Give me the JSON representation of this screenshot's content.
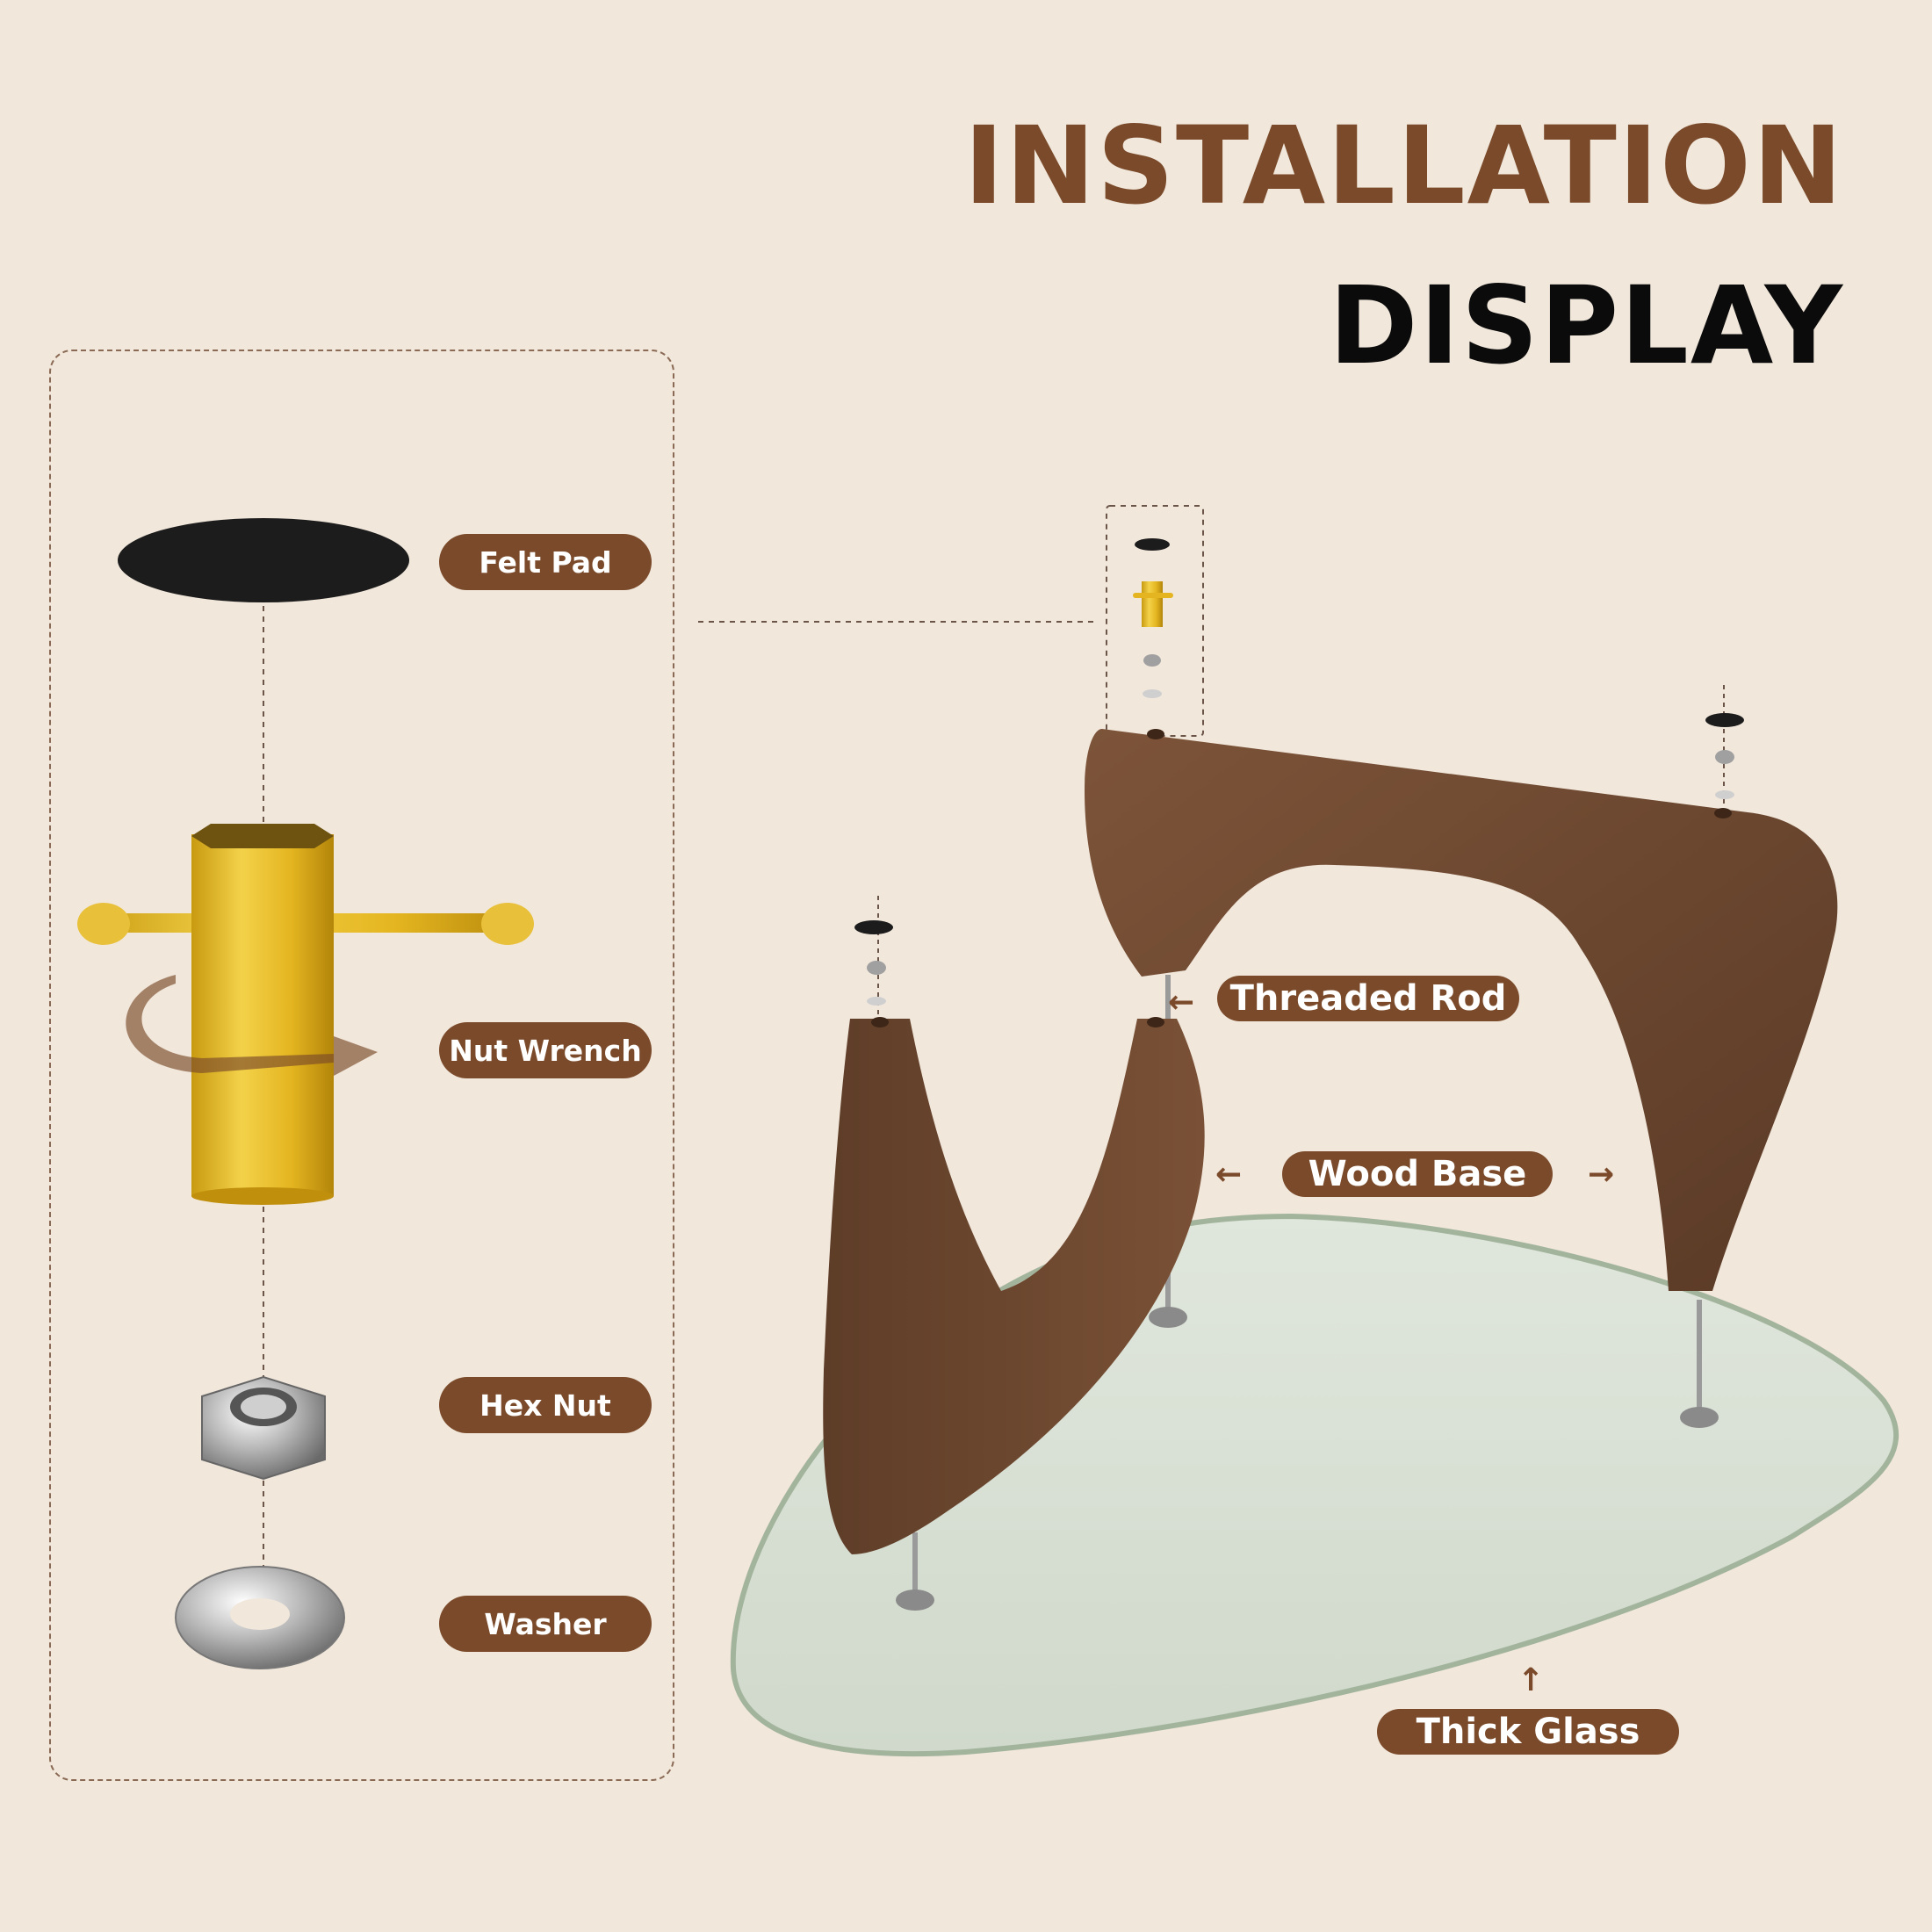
{
  "title": {
    "line1": "INSTALLATION",
    "line2": "DISPLAY"
  },
  "parts": {
    "felt_pad": "Felt Pad",
    "nut_wrench": "Nut Wrench",
    "hex_nut": "Hex Nut",
    "washer": "Washer"
  },
  "callouts": {
    "threaded_rod": "Threaded Rod",
    "wood_base": "Wood Base",
    "thick_glass": "Thick Glass"
  },
  "colors": {
    "background": "#f1e7db",
    "accent_brown": "#7a4a2a",
    "title_dark": "#0b0b0b",
    "wood": "#6b4630",
    "brass": "#e4b520"
  }
}
